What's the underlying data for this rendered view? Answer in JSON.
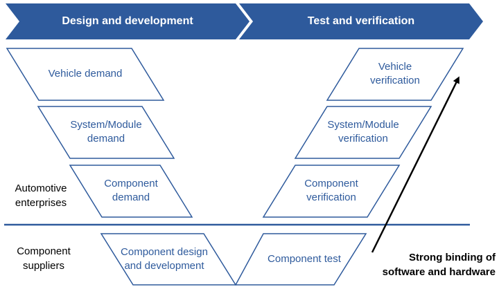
{
  "colors": {
    "banner": "#2e5a9c",
    "box_border": "#2e5a9c",
    "box_text": "#2e5a9c",
    "divider": "#2e5a9c",
    "arrow": "#000000"
  },
  "banners": {
    "left": "Design and development",
    "right": "Test and verification"
  },
  "design_boxes": {
    "vehicle": "Vehicle demand",
    "system": "System/Module\ndemand",
    "component": "Component\ndemand"
  },
  "verify_boxes": {
    "vehicle": "Vehicle\nverification",
    "system": "System/Module\nverification",
    "component": "Component\nverification"
  },
  "bottom_boxes": {
    "design": "Component design\nand development",
    "test": "Component test"
  },
  "side_labels": {
    "enterprises": "Automotive\nenterprises",
    "suppliers": "Component\nsuppliers"
  },
  "note": "Strong binding of\nsoftware and hardware"
}
